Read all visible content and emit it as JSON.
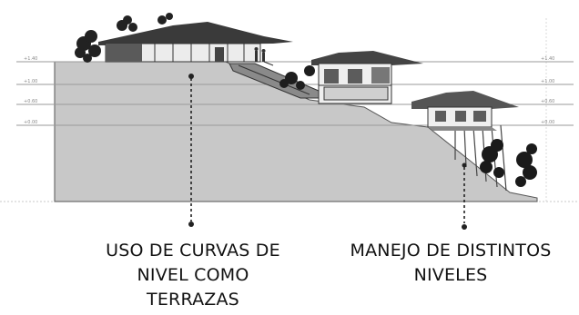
{
  "section": {
    "level_marks_left": [
      "+1.40",
      "+1.00",
      "+0.60",
      "+0.00"
    ],
    "level_marks_right": [
      "+1.40",
      "+1.00",
      "+0.60",
      "+0.00"
    ]
  },
  "callouts": [
    {
      "lines": [
        "USO DE CURVAS DE",
        "NIVEL COMO",
        "TERRAZAS"
      ]
    },
    {
      "lines": [
        "MANEJO DE DISTINTOS",
        "NIVELES"
      ]
    }
  ],
  "colors": {
    "terrain_fill": "#c8c8c8",
    "terrain_edge": "#555555",
    "level_line": "#9a9a9a",
    "callout_line": "#222222"
  }
}
